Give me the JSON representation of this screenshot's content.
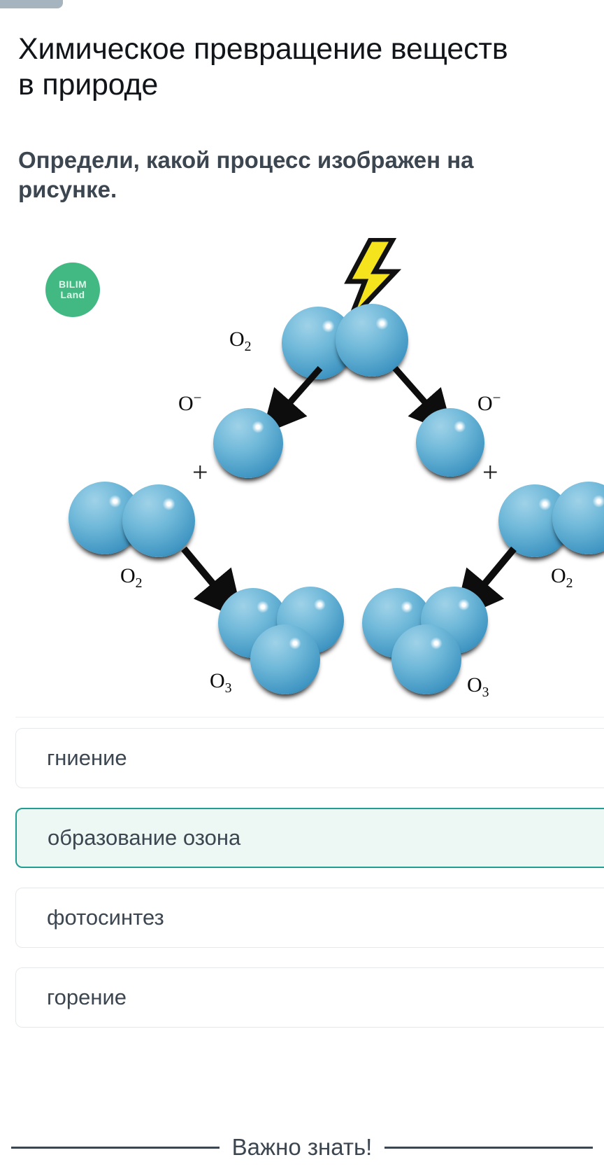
{
  "header": {
    "lesson_title": "Химическое превращение веществ\nв природе"
  },
  "question": {
    "prompt": "Определи, какой процесс изображен на\nрисунке."
  },
  "illustration": {
    "brand": {
      "line1": "BILIM",
      "line2": "Land"
    },
    "alt": "Схема образования озона из кислорода под действием электрического разряда",
    "icons": {
      "lightning": "lightning-bolt-icon"
    },
    "labels": {
      "o2_top": "O",
      "o2_top_sub": "2",
      "o_minus_left": "O",
      "o_minus_left_sup": "−",
      "o_minus_right": "O",
      "o_minus_right_sup": "−",
      "plus_left": "+",
      "plus_right": "+",
      "o2_left": "O",
      "o2_left_sub": "2",
      "o2_right": "O",
      "o2_right_sub": "2",
      "o3_left": "O",
      "o3_left_sub": "3",
      "o3_right": "O",
      "o3_right_sub": "3"
    }
  },
  "answers": {
    "options": [
      {
        "label": "гниение",
        "selected": false
      },
      {
        "label": "образование озона",
        "selected": true
      },
      {
        "label": "фотосинтез",
        "selected": false
      },
      {
        "label": "горение",
        "selected": false
      }
    ]
  },
  "footer": {
    "divider_text": "Важно знать!"
  },
  "colors": {
    "accent_teal": "#1f9e92",
    "selected_bg": "#edf8f4",
    "brand_green": "#42b883",
    "text_dark": "#3c4650",
    "title_black": "#111418",
    "sphere_blue": "#6fb8d9",
    "bolt_yellow": "#f5e31e",
    "progress_gray": "#a6b4bf"
  }
}
